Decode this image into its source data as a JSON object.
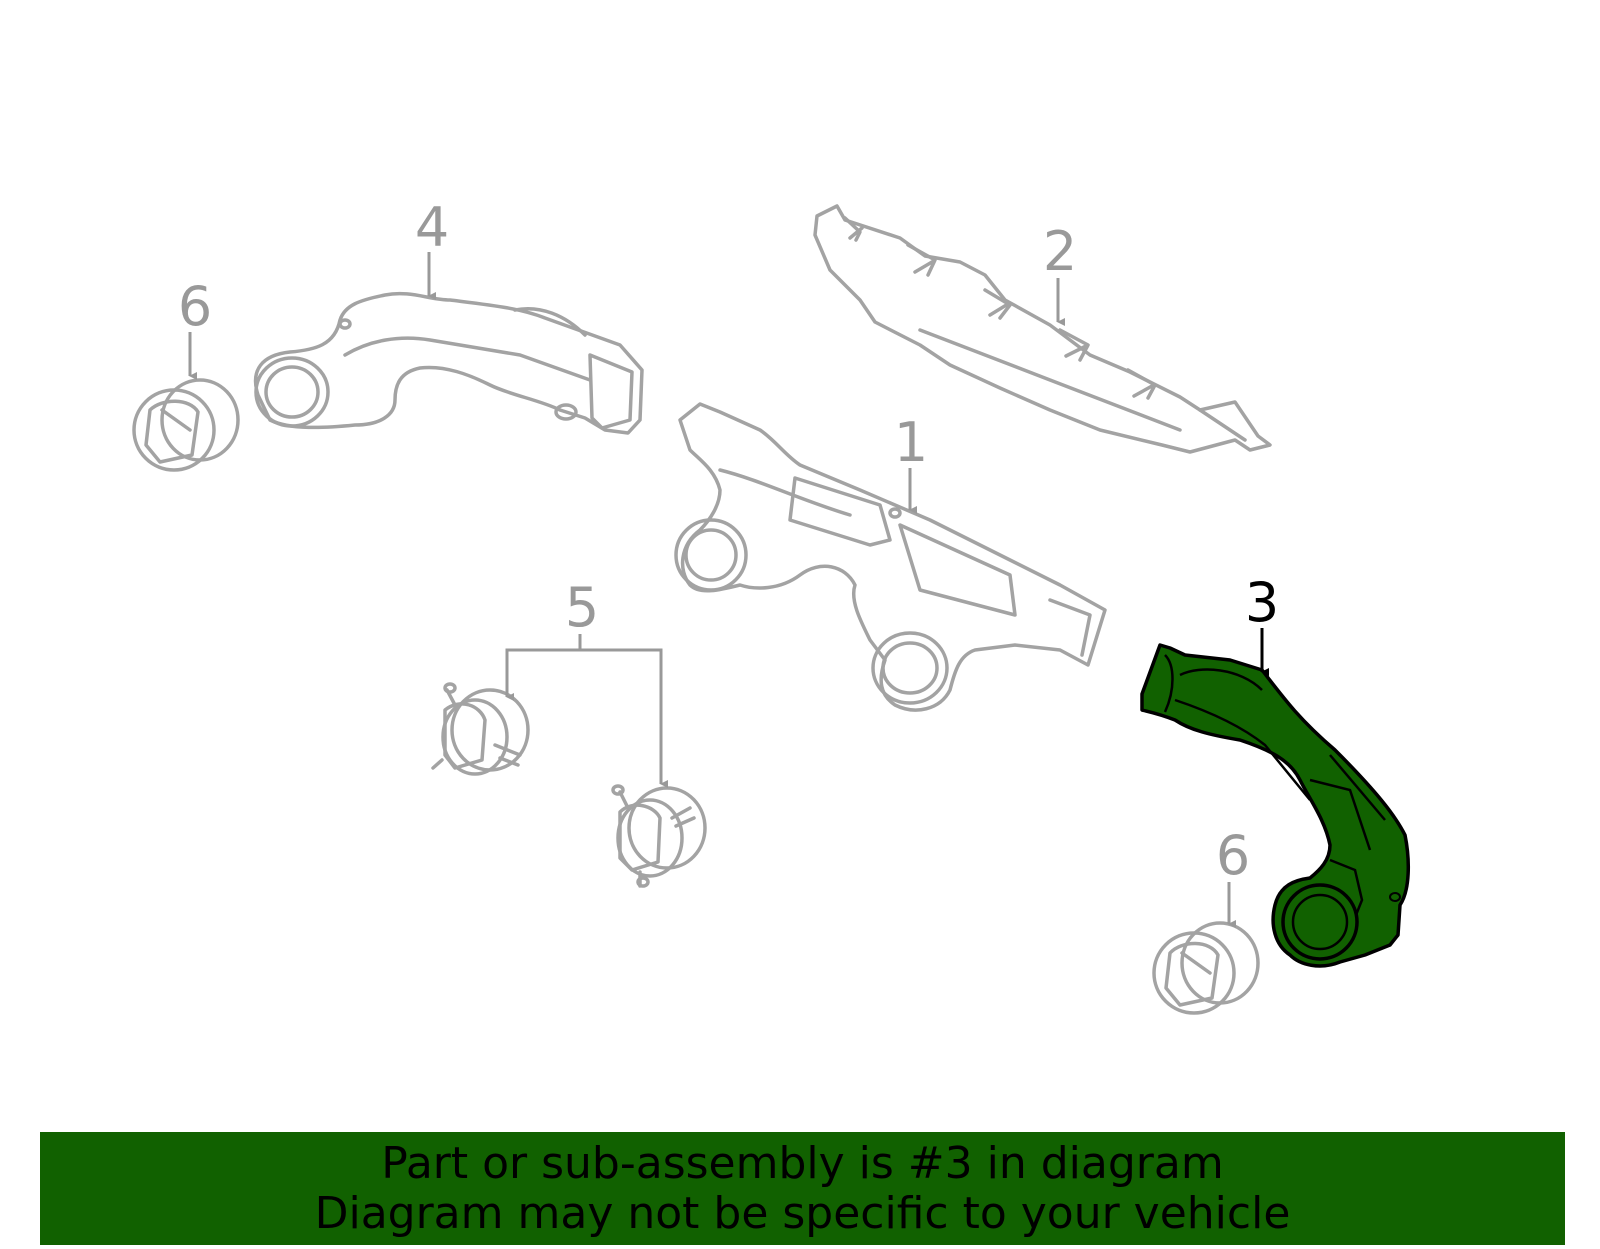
{
  "callouts": {
    "c1": "1",
    "c2": "2",
    "c3": "3",
    "c4": "4",
    "c5": "5",
    "c6a": "6",
    "c6b": "6"
  },
  "highlighted_part": "3",
  "colors": {
    "highlight_fill": "#116100",
    "part_stroke": "#a3a3a3",
    "banner_background": "#116100",
    "banner_text": "#000000"
  },
  "banner": {
    "line1": "Part or sub-assembly is #3 in diagram",
    "line2": "Diagram may not be specific to your vehicle"
  }
}
